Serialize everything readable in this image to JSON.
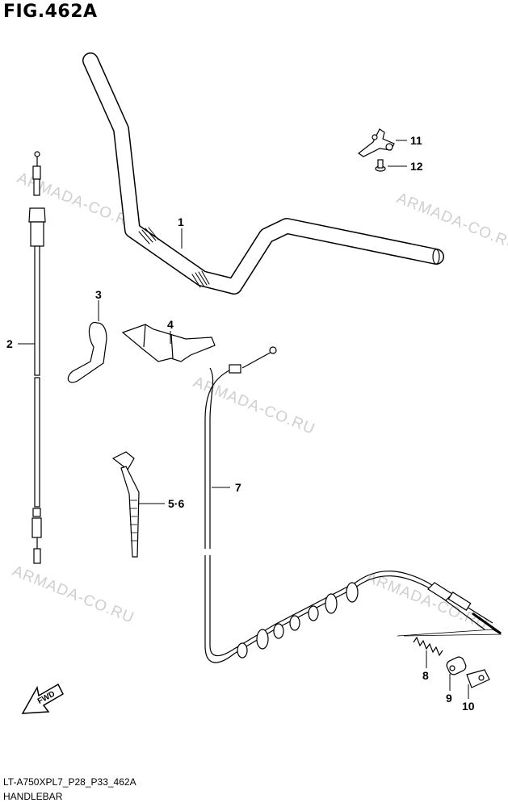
{
  "figure_title": "FIG.462A",
  "watermark": "ARMADA-CO.RU",
  "callouts": {
    "c1": "1",
    "c2": "2",
    "c3": "3",
    "c4": "4",
    "c56": "5·6",
    "c7": "7",
    "c8": "8",
    "c9": "9",
    "c10": "10",
    "c11": "11",
    "c12": "12"
  },
  "fwd_label": "FWD",
  "footer": {
    "code": "LT-A750XPL7_P28_P33_462A",
    "name": "HANDLEBAR"
  }
}
